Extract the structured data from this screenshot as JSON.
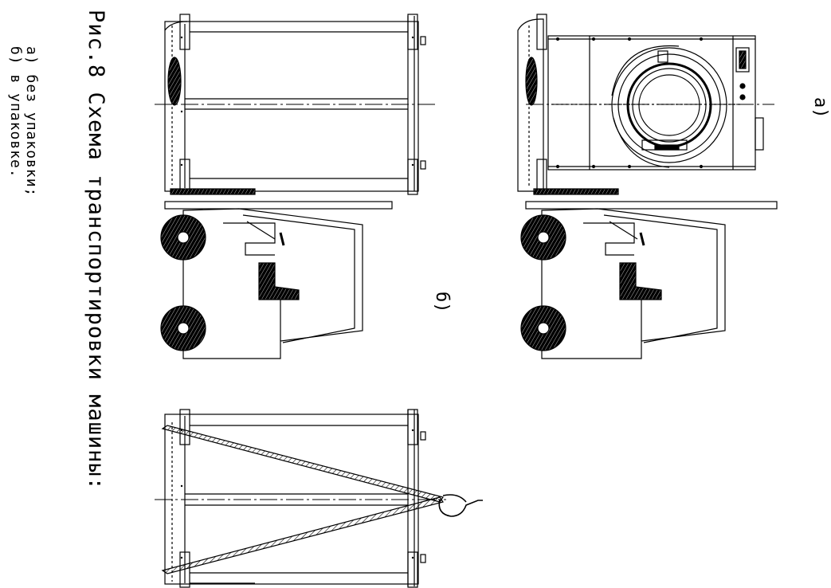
{
  "figure": {
    "caption": "Рис.8 Схема транспортировки машины:",
    "legend_a": "а) без упаковки;",
    "legend_b": "б) в упаковке.",
    "label_a": "а)",
    "label_b": "б)"
  },
  "colors": {
    "ink": "#000000",
    "paper": "#ffffff"
  }
}
